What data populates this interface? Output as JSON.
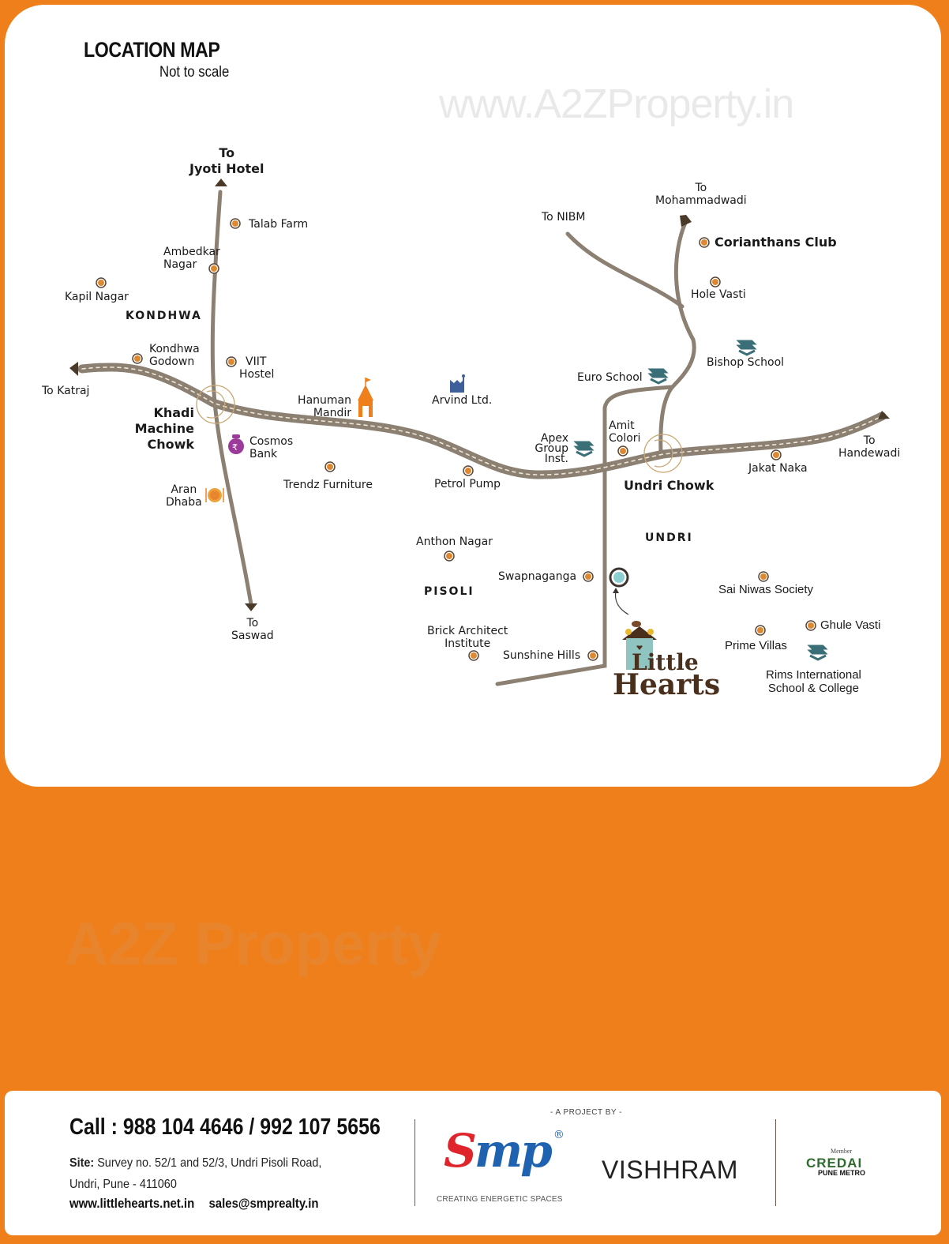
{
  "header": {
    "title": "LOCATION MAP",
    "subtitle": "Not to scale",
    "watermark": "www.A2ZProperty.in"
  },
  "colors": {
    "background": "#ef7f1a",
    "road": "#8b8072",
    "road_dash": "#f0e6d6",
    "arrow": "#4a3a2a",
    "poi_marker": "#e0882f",
    "roundabout": "#c9a672",
    "site_marker": "#8ccfd0",
    "bank_icon": "#9b3a9a",
    "temple_icon": "#ef7f1a",
    "school_icon": "#3a6f78",
    "factory_icon": "#3f5f9a"
  },
  "directions": {
    "north": [
      "To",
      "Jyoti Hotel"
    ],
    "west": "To Katraj",
    "south": [
      "To",
      "Saswad"
    ],
    "nibm": "To NIBM",
    "mohammadwadi": [
      "To",
      "Mohammadwadi"
    ],
    "east": [
      "To",
      "Handewadi"
    ]
  },
  "areas": {
    "kondhwa": "KONDHWA",
    "undri": "UNDRI",
    "pisoli": "PISOLI"
  },
  "junctions": {
    "khadi": [
      "Khadi",
      "Machine",
      "Chowk"
    ],
    "undri_chowk": "Undri Chowk"
  },
  "places": {
    "talab_farm": "Talab Farm",
    "ambedkar_nagar": [
      "Ambedkar",
      "Nagar"
    ],
    "kapil_nagar": "Kapil Nagar",
    "kondhwa_godown": [
      "Kondhwa",
      "Godown"
    ],
    "viit_hostel": [
      "VIIT",
      "Hostel"
    ],
    "hanuman_mandir": [
      "Hanuman",
      "Mandir"
    ],
    "arvind": "Arvind Ltd.",
    "cosmos_bank": [
      "Cosmos",
      "Bank"
    ],
    "trendz": "Trendz Furniture",
    "aran_dhaba": [
      "Aran",
      "Dhaba"
    ],
    "petrol_pump": "Petrol Pump",
    "apex": [
      "Apex",
      "Group",
      "Inst."
    ],
    "amit_colori": [
      "Amit",
      "Colori"
    ],
    "euro_school": "Euro School",
    "bishop_school": "Bishop School",
    "hole_vasti": "Hole Vasti",
    "corianthans_club": "Corianthans Club",
    "jakat_naka": "Jakat Naka",
    "anthon_nagar": "Anthon Nagar",
    "swapnaganga": "Swapnaganga",
    "brick": [
      "Brick Architect",
      "Institute"
    ],
    "sunshine_hills": "Sunshine Hills",
    "sai_niwas": "Sai Niwas Society",
    "ghule_vasti": "Ghule Vasti",
    "prime_villas": "Prime Villas",
    "rims": [
      "Rims International",
      "School & College"
    ]
  },
  "project_logo": {
    "line1": "Little",
    "line2": "Hearts"
  },
  "watermark_mid": "A2Z Property",
  "footer": {
    "call": "Call : 988 104 4646 / 992 107 5656",
    "site_label": "Site:",
    "site_address_1": " Survey no. 52/1 and 52/3, Undri Pisoli Road,",
    "site_address_2": "Undri, Pune - 411060",
    "website": "www.littlehearts.net.in",
    "email": "sales@smprealty.in",
    "project_by": "- A PROJECT BY -",
    "smp_s": "S",
    "smp_mp": "mp",
    "smp_reg": "®",
    "smp_tagline": "CREATING ENERGETIC SPACES",
    "vishhram": "VISHHRAM",
    "credai_member": "Member",
    "credai": "CREDAI",
    "credai_sub": "PUNE METRO"
  }
}
